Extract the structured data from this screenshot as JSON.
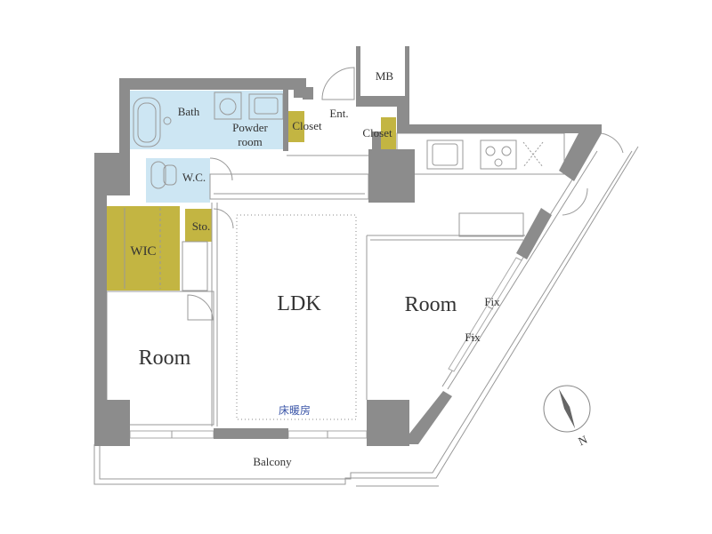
{
  "rooms": {
    "mb": "MB",
    "bath": "Bath",
    "powder_line1": "Powder",
    "powder_line2": "room",
    "closet_left": "Closet",
    "entrance": "Ent.",
    "closet_right": "Closet",
    "wc": "W.C.",
    "sto": "Sto.",
    "wic": "WIC",
    "ldk": "LDK",
    "room_left": "Room",
    "room_right": "Room",
    "fix_upper": "Fix",
    "fix_lower": "Fix",
    "floor_heating": "床暖房",
    "balcony": "Balcony"
  },
  "compass": {
    "label": "N"
  },
  "colors": {
    "wall": "#8c8c8c",
    "wet_area": "#cde6f3",
    "storage": "#c3b542",
    "floor_heating_text": "#3a55a8"
  }
}
